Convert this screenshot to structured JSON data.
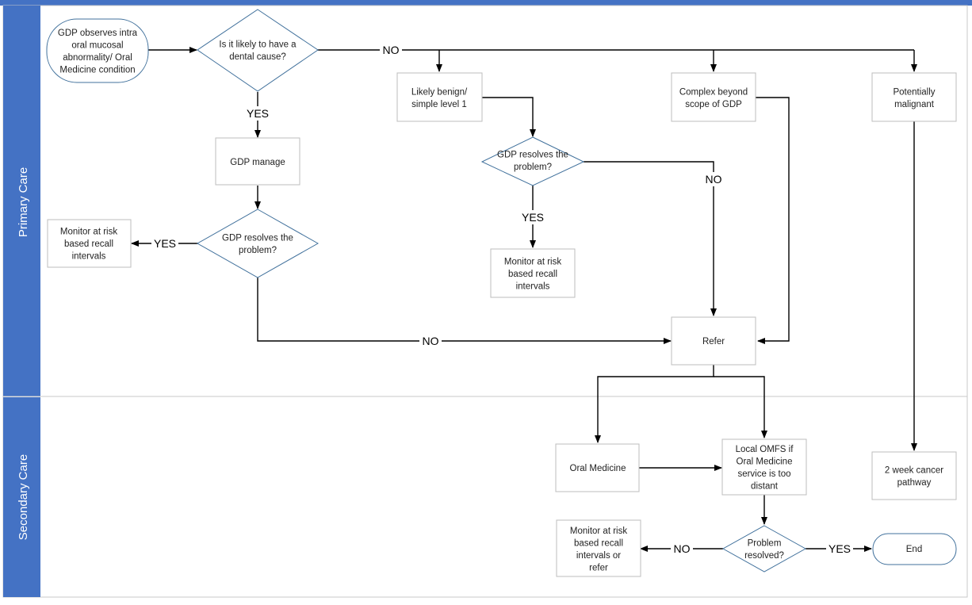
{
  "colors": {
    "lane_band": "#4472c4",
    "decision_stroke": "#41719c",
    "box_stroke": "#bdbdbd"
  },
  "lanes": {
    "primary": "Primary Care",
    "secondary": "Secondary Care"
  },
  "nodes": {
    "start": [
      "GDP observes intra",
      "oral mucosal",
      "abnormality/ Oral",
      "Medicine condition"
    ],
    "dental_cause": [
      "Is it likely to have a",
      "dental cause?"
    ],
    "gdp_manage": [
      "GDP manage"
    ],
    "gdp_resolves_1": [
      "GDP resolves the",
      "problem?"
    ],
    "monitor_1": [
      "Monitor at risk",
      "based recall",
      "intervals"
    ],
    "likely_benign": [
      "Likely benign/",
      "simple level 1"
    ],
    "gdp_resolves_2": [
      "GDP resolves the",
      "problem?"
    ],
    "monitor_2": [
      "Monitor at risk",
      "based recall",
      "intervals"
    ],
    "complex": [
      "Complex beyond",
      "scope of GDP"
    ],
    "malignant": [
      "Potentially",
      "malignant"
    ],
    "refer": [
      "Refer"
    ],
    "oral_medicine": [
      "Oral Medicine"
    ],
    "local_omfs": [
      "Local OMFS if",
      "Oral Medicine",
      "service is too",
      "distant"
    ],
    "cancer_pathway": [
      "2 week cancer",
      "pathway"
    ],
    "problem_resolved": [
      "Problem",
      "resolved?"
    ],
    "monitor_3": [
      "Monitor at risk",
      "based recall",
      "intervals  or",
      "refer"
    ],
    "end": [
      "End"
    ]
  },
  "edge_labels": {
    "no_top": "NO",
    "yes_dental": "YES",
    "yes_monitor_1": "YES",
    "yes_monitor_2": "YES",
    "no_gdp_2": "NO",
    "no_gdp_1": "NO",
    "no_problem": "NO",
    "yes_end": "YES"
  }
}
